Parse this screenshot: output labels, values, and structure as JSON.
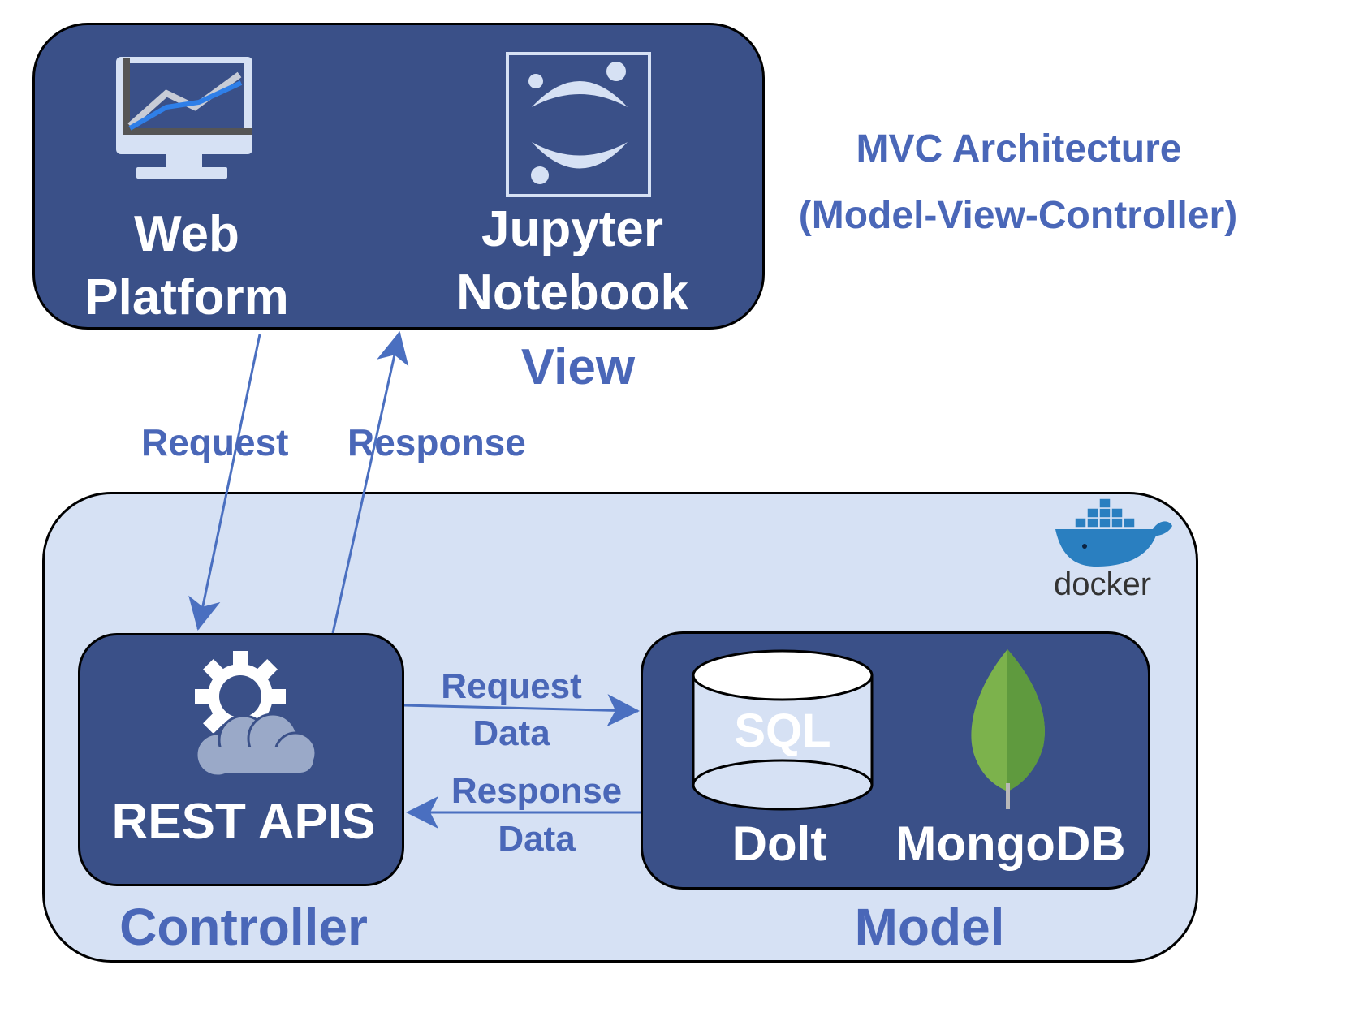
{
  "title": {
    "line1": "MVC Architecture",
    "line2": "(Model-View-Controller)"
  },
  "view": {
    "label": "View",
    "web_platform": {
      "line1": "Web",
      "line2": "Platform"
    },
    "jupyter": {
      "line1": "Jupyter",
      "line2": "Notebook"
    }
  },
  "arrows": {
    "request": "Request",
    "response": "Response",
    "request_data": {
      "line1": "Request",
      "line2": "Data"
    },
    "response_data": {
      "line1": "Response",
      "line2": "Data"
    }
  },
  "controller": {
    "label": "Controller",
    "rest": "REST APIS"
  },
  "model": {
    "label": "Model",
    "sql": "SQL",
    "dolt": "Dolt",
    "mongodb": "MongoDB"
  },
  "docker": {
    "wordmark": "docker"
  },
  "colors": {
    "dark_box": "#3a5088",
    "light_box": "#d6e1f4",
    "accent_text": "#4a67b8",
    "arrow": "#4a6fc0"
  }
}
